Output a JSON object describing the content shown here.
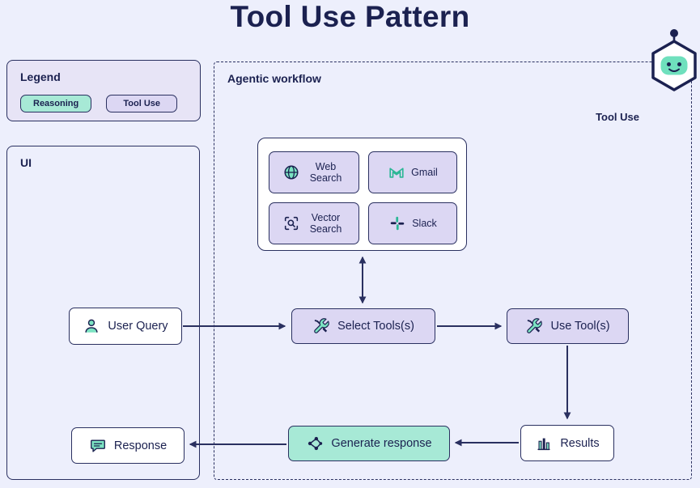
{
  "title": "Tool Use Pattern",
  "legend": {
    "title": "Legend",
    "items": [
      {
        "label": "Reasoning",
        "style": "teal"
      },
      {
        "label": "Tool Use",
        "style": "lavender"
      }
    ]
  },
  "ui_panel": {
    "title": "UI",
    "user_query_label": "User Query",
    "response_label": "Response"
  },
  "workflow": {
    "title": "Agentic workflow",
    "corner_label": "Tool Use",
    "tools": [
      {
        "label": "Web Search",
        "icon": "globe-icon"
      },
      {
        "label": "Gmail",
        "icon": "gmail-icon"
      },
      {
        "label": "Vector Search",
        "icon": "vector-search-icon"
      },
      {
        "label": "Slack",
        "icon": "slack-icon"
      }
    ],
    "select_tools_label": "Select Tools(s)",
    "use_tool_label": "Use Tool(s)",
    "generate_response_label": "Generate response",
    "results_label": "Results"
  },
  "colors": {
    "background": "#edeffc",
    "border_navy": "#2a3060",
    "text_navy": "#1b2150",
    "teal": "#a7e9d6",
    "lavender": "#dcd7f3",
    "white": "#ffffff",
    "icon_teal": "#7ce3c2"
  }
}
